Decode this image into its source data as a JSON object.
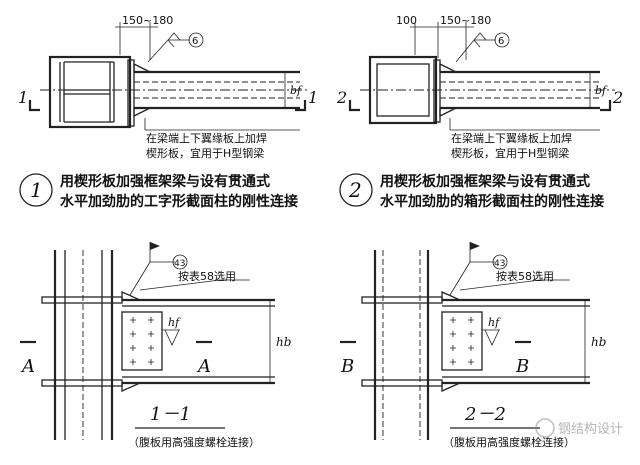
{
  "detail1": {
    "dimension": "150~180",
    "weld_mark": "6",
    "note_line1": "在梁端上下翼缘板上加焊",
    "note_line2": "楔形板，宜用于H型钢梁",
    "dim_bf": "bf",
    "section_left": "1",
    "section_right": "1",
    "circle_num": "1",
    "caption_line1": "用楔形板加强框架梁与设有贯通式",
    "caption_line2": "水平加劲肋的工字形截面柱的刚性连接"
  },
  "detail2": {
    "dim_a": "100",
    "dim_b": "150~180",
    "weld_mark": "6",
    "note_line1": "在梁端上下翼缘板上加焊",
    "note_line2": "楔形板，宜用于H型钢梁",
    "dim_bf": "bf",
    "section_left": "2",
    "section_right": "2",
    "circle_num": "2",
    "caption_line1": "用楔形板加强框架梁与设有贯通式",
    "caption_line2": "水平加劲肋的箱形截面柱的刚性连接"
  },
  "section1": {
    "weld_mark": "43",
    "table_note": "按表58选用",
    "hf": "hf",
    "hb": "hb",
    "cut_left": "A",
    "cut_right": "A",
    "title": "1－1",
    "subtitle": "（腹板用高强度螺栓连接）"
  },
  "section2": {
    "weld_mark": "43",
    "table_note": "按表58选用",
    "hf": "hf",
    "hb": "hb",
    "cut_left": "B",
    "cut_right": "B",
    "title": "2－2",
    "subtitle": "（腹板用高强度螺栓连接）"
  },
  "watermark": "钢结构设计"
}
